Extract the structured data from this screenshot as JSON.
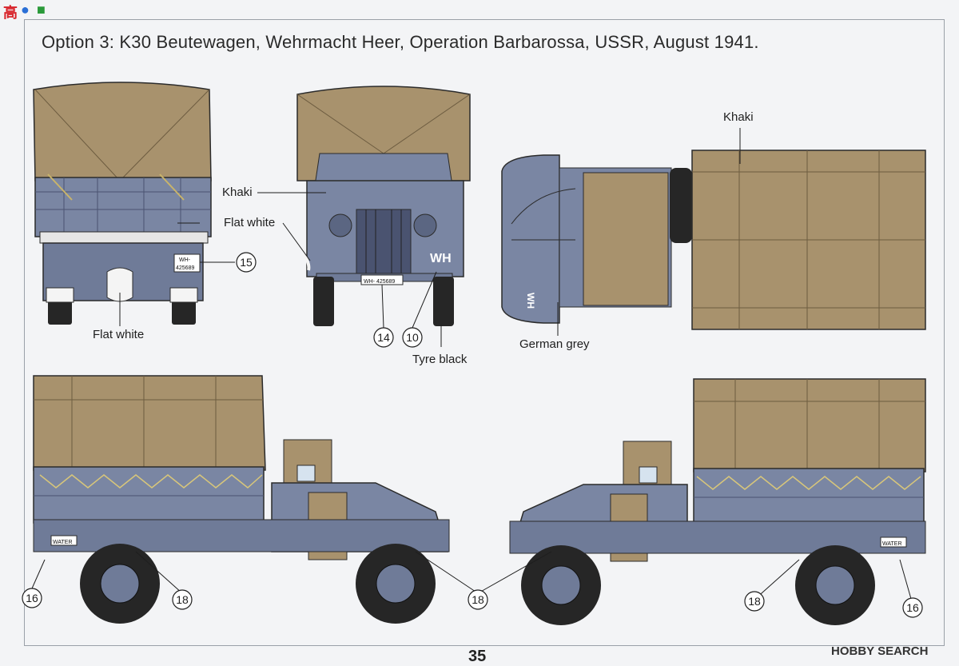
{
  "title": "Option 3: K30 Beutewagen, Wehrmacht Heer, Operation Barbarossa, USSR, August 1941.",
  "page_number": "35",
  "watermark": "HOBBY SEARCH",
  "logo_text": "高",
  "colors": {
    "khaki": "#a8926d",
    "german_grey": "#7a86a3",
    "tyre_black": "#262626",
    "flat_white": "#f4f4f4",
    "line": "#2b2b2b"
  },
  "labels": {
    "khaki_front": "Khaki",
    "flat_white_front": "Flat white",
    "flat_white_rear": "Flat white",
    "tyre_black": "Tyre black",
    "khaki_top": "Khaki",
    "german_grey": "German grey"
  },
  "callouts": {
    "c15": "15",
    "c14": "14",
    "c10": "10",
    "c16_left": "16",
    "c18_left_a": "18",
    "c18_left_b": "18",
    "c18_right": "18",
    "c16_right": "16"
  },
  "markings": {
    "wh": "WH",
    "plate_front": "WH- 425689",
    "plate_rear_top": "WH-",
    "plate_rear_bottom": "425689",
    "water": "WATER"
  }
}
